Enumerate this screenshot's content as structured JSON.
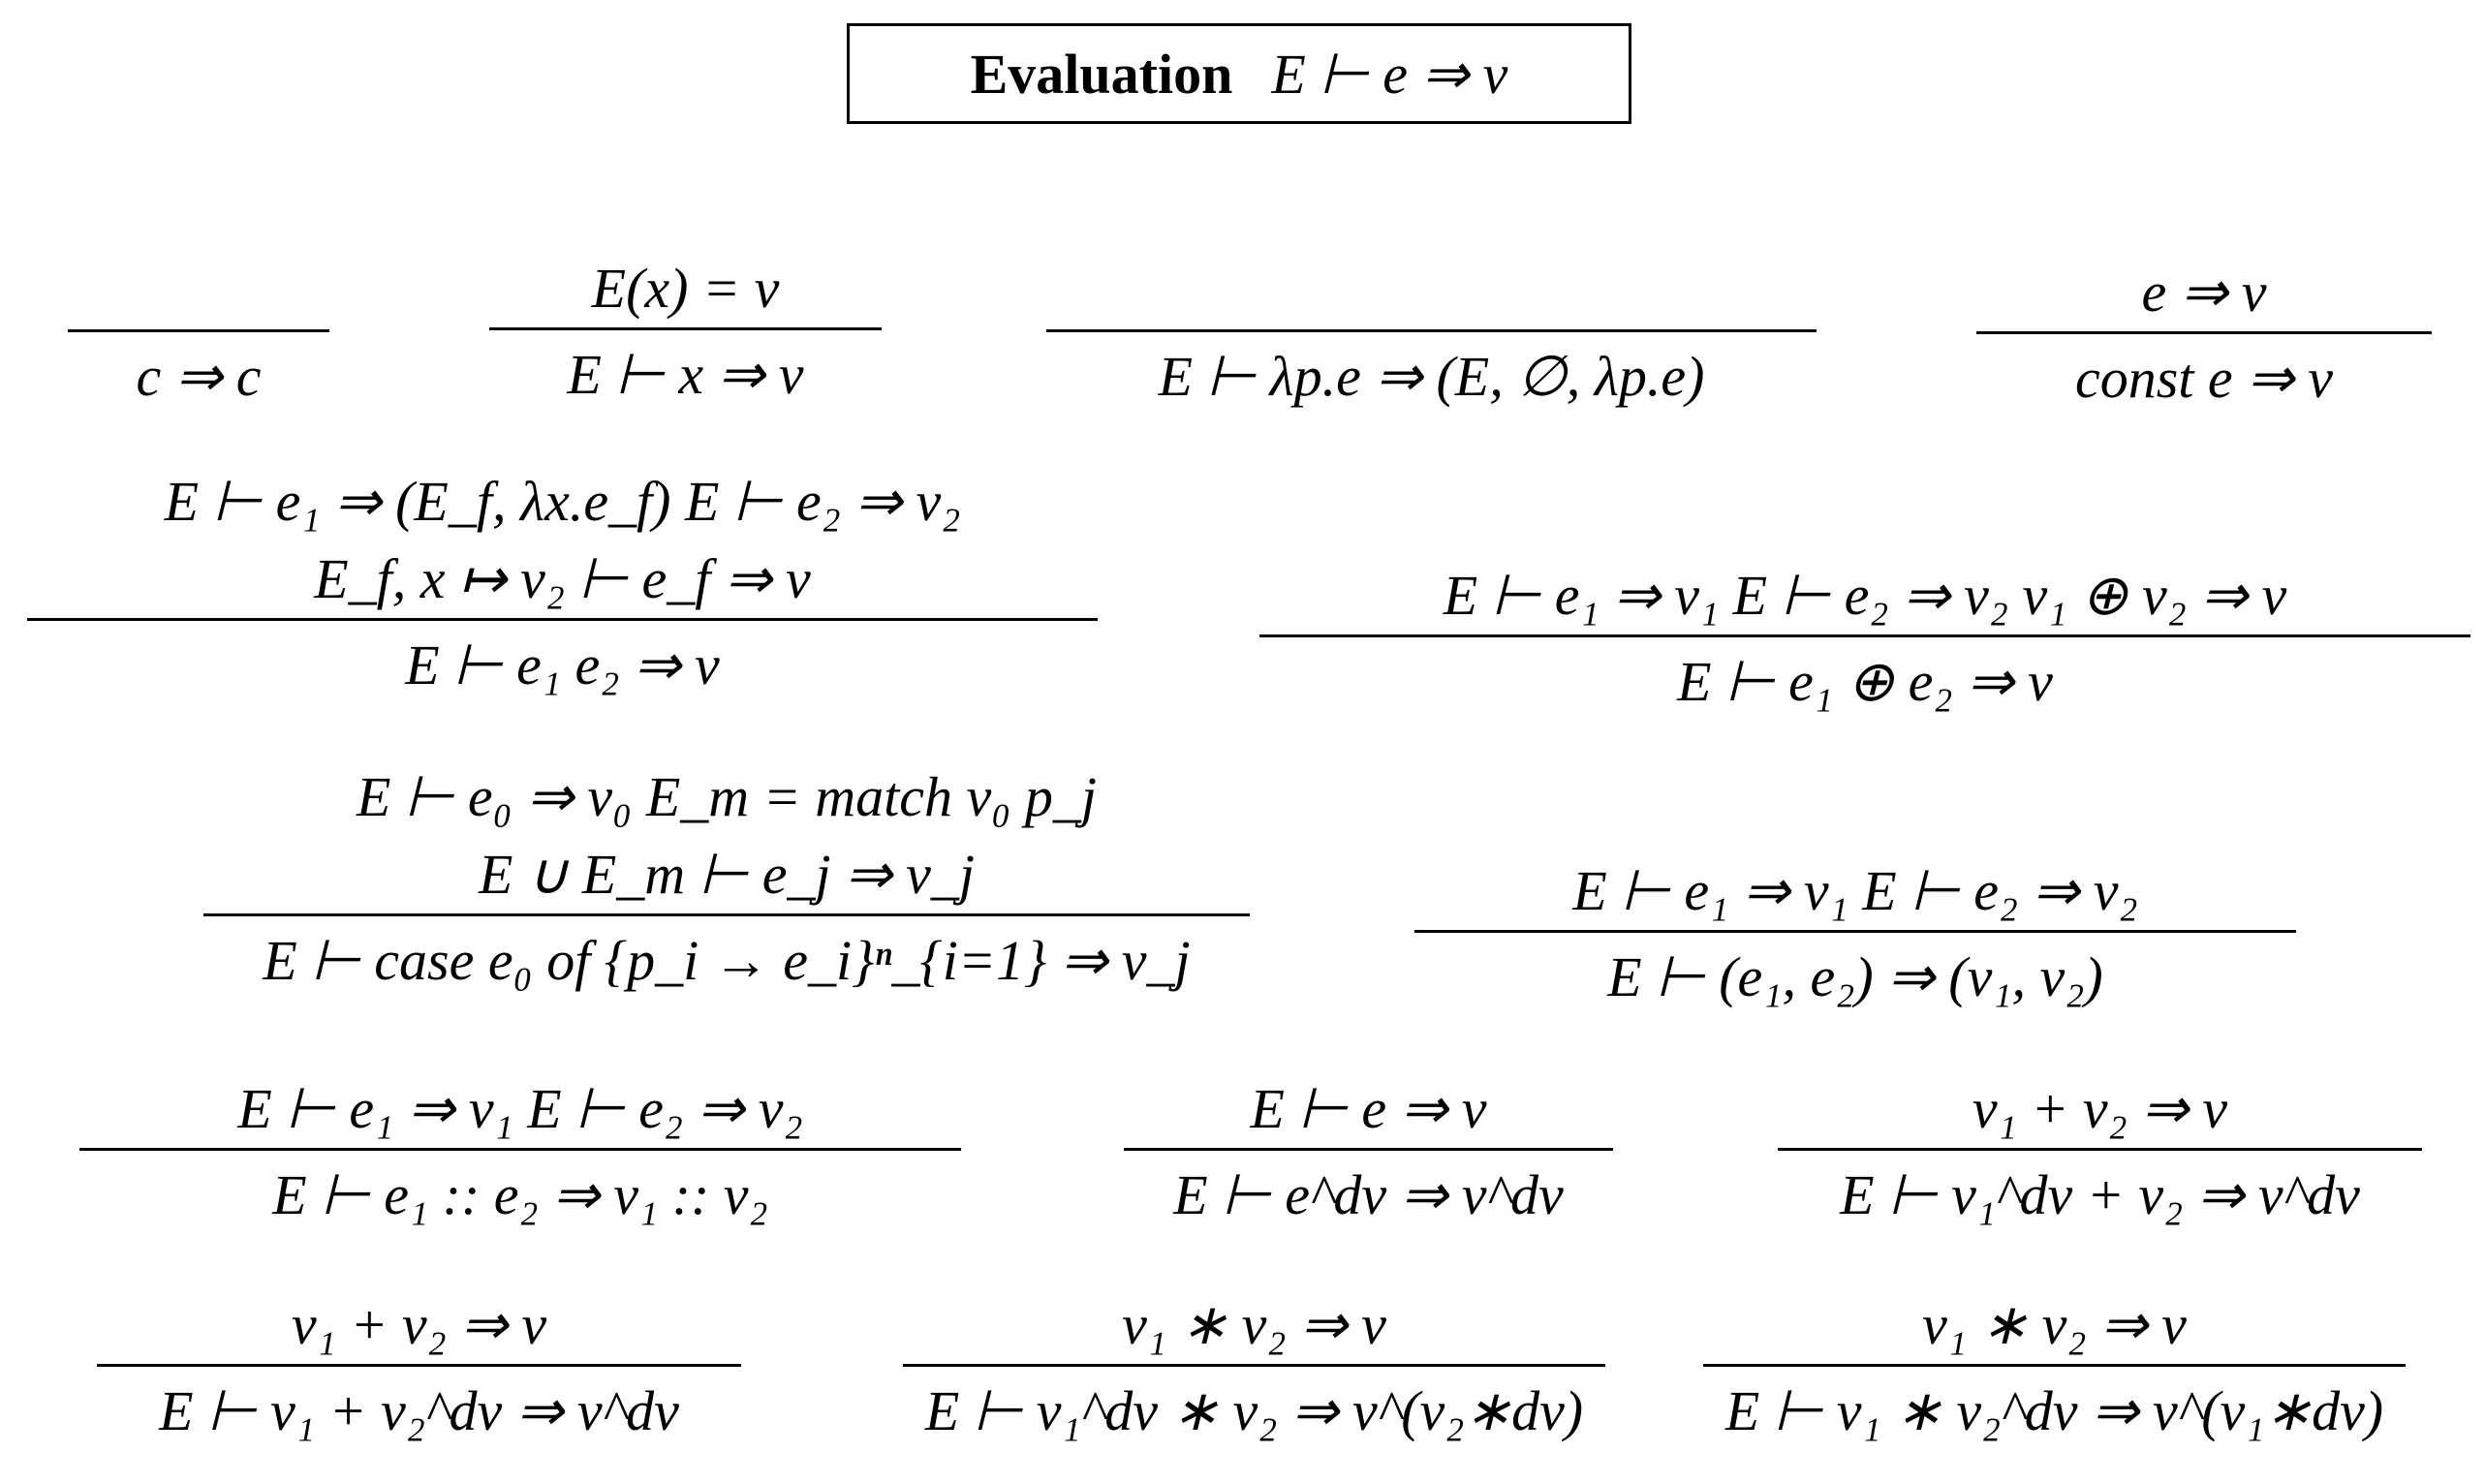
{
  "title": {
    "label": "Evaluation",
    "judgment": "E ⊢ e ⇒ v"
  },
  "rules": {
    "const_val": {
      "premises": [],
      "conclusion": "c ⇒ c"
    },
    "var": {
      "premises": [
        "E(x) = v"
      ],
      "conclusion": "E ⊢ x ⇒ v"
    },
    "lambda": {
      "premises": [],
      "conclusion": "E ⊢ λp.e ⇒ (E, ∅, λp.e)"
    },
    "const_expr": {
      "premises": [
        "e ⇒ v"
      ],
      "conclusion": "const e ⇒ v"
    },
    "app": {
      "premises": [
        "E ⊢ e₁ ⇒ (E_f, λx.e_f)   E ⊢ e₂ ⇒ v₂",
        "E_f, x ↦ v₂ ⊢ e_f ⇒ v"
      ],
      "conclusion": "E ⊢ e₁ e₂ ⇒ v"
    },
    "binop": {
      "premises": [
        "E ⊢ e₁ ⇒ v₁   E ⊢ e₂ ⇒ v₂   v₁ ⊕ v₂ ⇒ v"
      ],
      "conclusion": "E ⊢ e₁ ⊕ e₂ ⇒ v"
    },
    "case": {
      "premises": [
        "E ⊢ e₀ ⇒ v₀      E_m = match v₀ p_j",
        "E ∪ E_m ⊢ e_j ⇒ v_j"
      ],
      "conclusion": "E ⊢ case e₀ of {p_i → e_i}ⁿ_{i=1} ⇒ v_j"
    },
    "pair": {
      "premises": [
        "E ⊢ e₁ ⇒ v₁      E ⊢ e₂ ⇒ v₂"
      ],
      "conclusion": "E ⊢ (e₁, e₂) ⇒ (v₁, v₂)"
    },
    "cons": {
      "premises": [
        "E ⊢ e₁ ⇒ v₁      E ⊢ e₂ ⇒ v₂"
      ],
      "conclusion": "E ⊢ e₁ :: e₂ ⇒ v₁ :: v₂"
    },
    "dv": {
      "premises": [
        "E ⊢ e ⇒ v"
      ],
      "conclusion": "E ⊢ e^dv ⇒ v^dv"
    },
    "plus_left": {
      "premises": [
        "v₁ + v₂ ⇒ v"
      ],
      "conclusion": "E ⊢ v₁^dv + v₂ ⇒ v^dv"
    },
    "plus_right": {
      "premises": [
        "v₁ + v₂ ⇒ v"
      ],
      "conclusion": "E ⊢ v₁ + v₂^dv ⇒ v^dv"
    },
    "mul_left": {
      "premises": [
        "v₁ ∗ v₂ ⇒ v"
      ],
      "conclusion": "E ⊢ v₁^dv ∗ v₂ ⇒ v^(v₂∗dv)"
    },
    "mul_right": {
      "premises": [
        "v₁ ∗ v₂ ⇒ v"
      ],
      "conclusion": "E ⊢ v₁ ∗ v₂^dv ⇒ v^(v₁∗dv)"
    }
  }
}
